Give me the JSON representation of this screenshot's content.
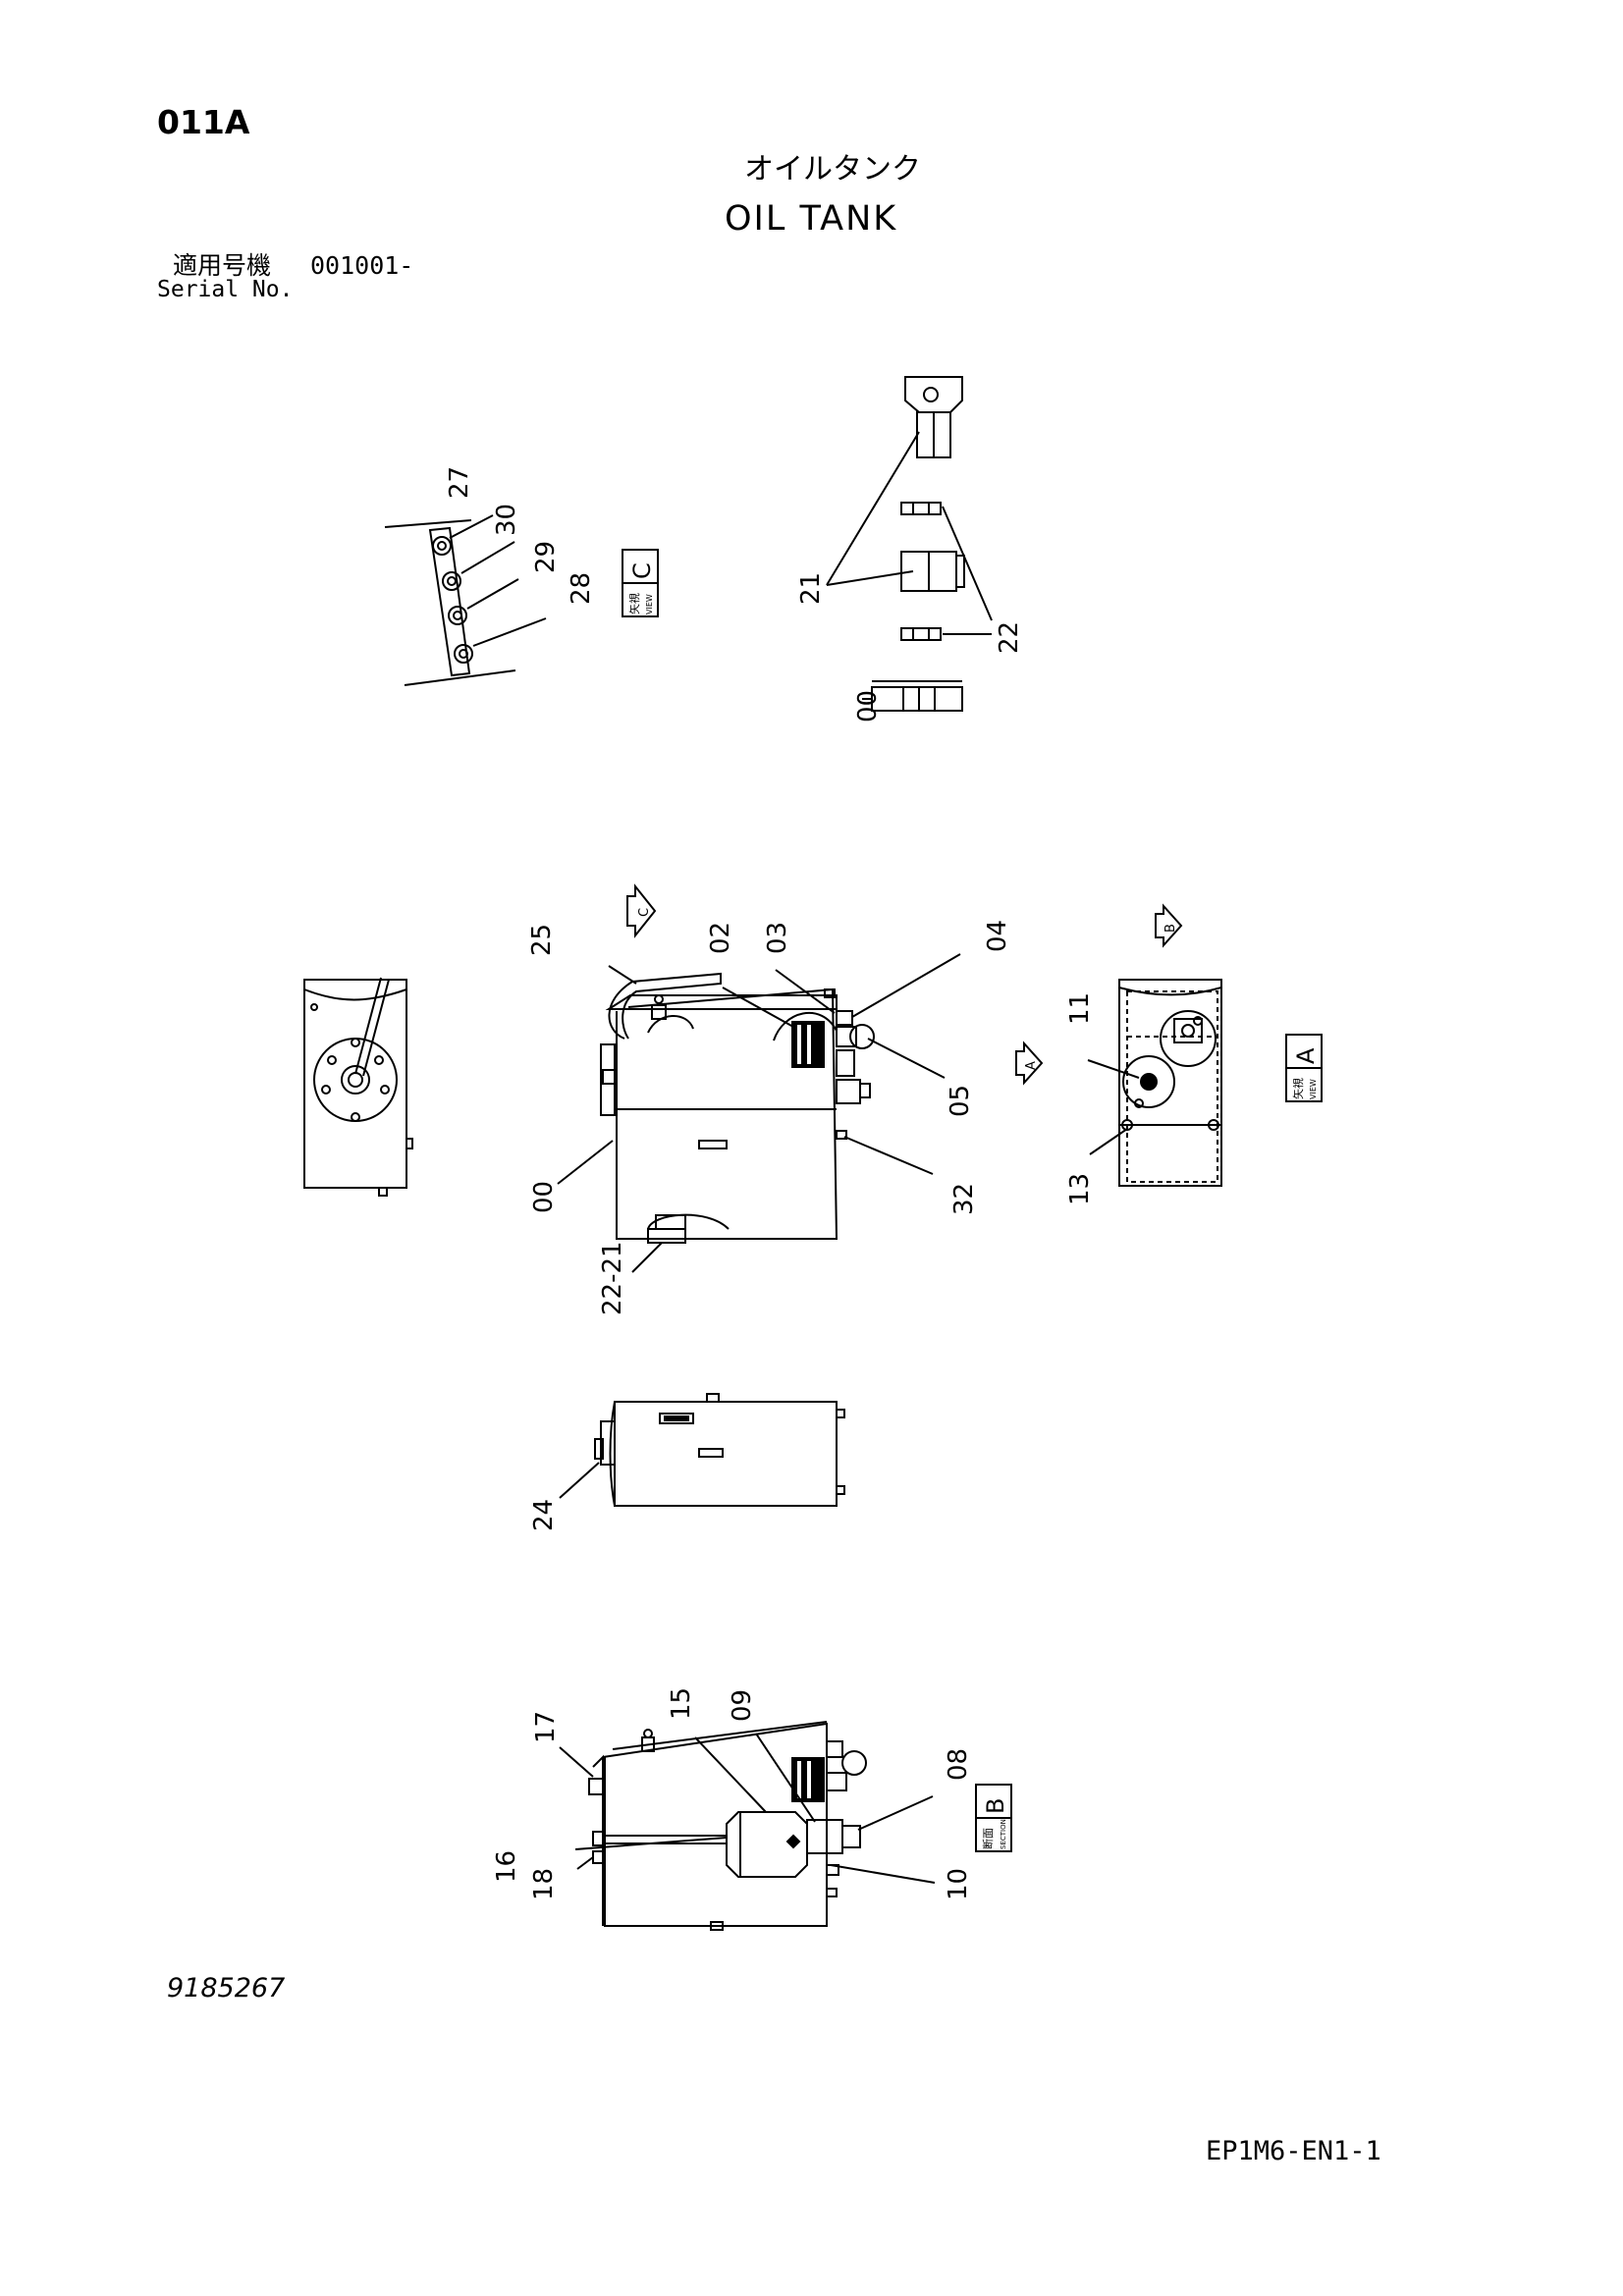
{
  "header": {
    "page_code": "011A",
    "title_jp": "オイルタンク",
    "title_en": "OIL TANK",
    "serial_label_jp": "適用号機",
    "serial_value": "001001-",
    "serial_label_en": "Serial No."
  },
  "footer": {
    "drawing_number": "9185267",
    "page_id": "EP1M6-EN1-1"
  },
  "views": {
    "view_word_jp": "矢視",
    "view_word_en": "VIEW",
    "section_word_jp": "断面",
    "section_word_en": "SECTION",
    "view_c": "C",
    "view_a": "A",
    "section_b": "B"
  },
  "arrows": {
    "a": "A",
    "b": "B",
    "c": "C"
  },
  "callouts": {
    "c27": "27",
    "c30": "30",
    "c29": "29",
    "c28": "28",
    "c21_top": "21",
    "c22_top": "22",
    "c00_top": "00",
    "c25": "25",
    "c02": "02",
    "c03": "03",
    "c04": "04",
    "c05": "05",
    "c32": "32",
    "c00_main": "00",
    "c22_21": "22-21",
    "c11": "11",
    "c13": "13",
    "c24": "24",
    "c17": "17",
    "c15": "15",
    "c09": "09",
    "c08": "08",
    "c16": "16",
    "c18": "18",
    "c10": "10"
  }
}
